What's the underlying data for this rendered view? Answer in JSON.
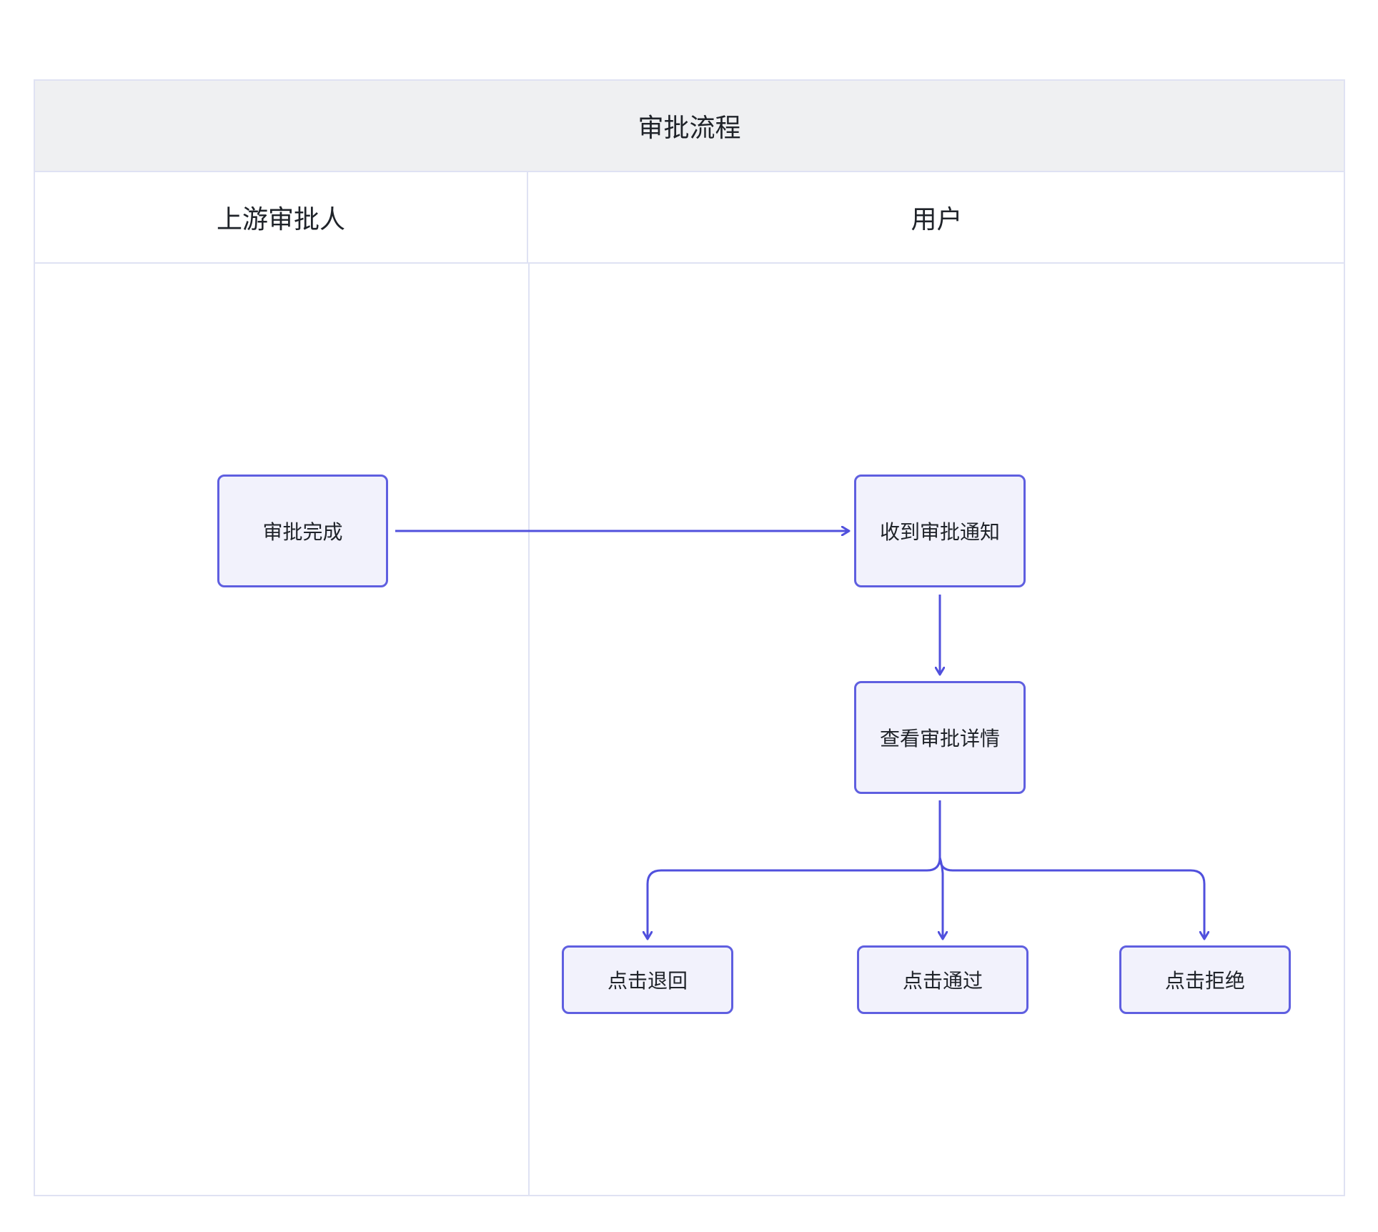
{
  "diagram": {
    "title": "审批流程",
    "lanes": [
      {
        "id": "upstream",
        "label": "上游审批人"
      },
      {
        "id": "user",
        "label": "用户"
      }
    ],
    "nodes": {
      "approval_done": "审批完成",
      "receive_notice": "收到审批通知",
      "view_details": "查看审批详情",
      "click_return": "点击退回",
      "click_pass": "点击通过",
      "click_reject": "点击拒绝"
    },
    "edges": [
      {
        "from": "approval_done",
        "to": "receive_notice"
      },
      {
        "from": "receive_notice",
        "to": "view_details"
      },
      {
        "from": "view_details",
        "to": "click_return"
      },
      {
        "from": "view_details",
        "to": "click_pass"
      },
      {
        "from": "view_details",
        "to": "click_reject"
      }
    ],
    "colors": {
      "accent": "#5f5fe0",
      "node_fill": "#f2f2fc",
      "border": "#dfe2f3",
      "header_fill": "#eff0f2"
    }
  }
}
